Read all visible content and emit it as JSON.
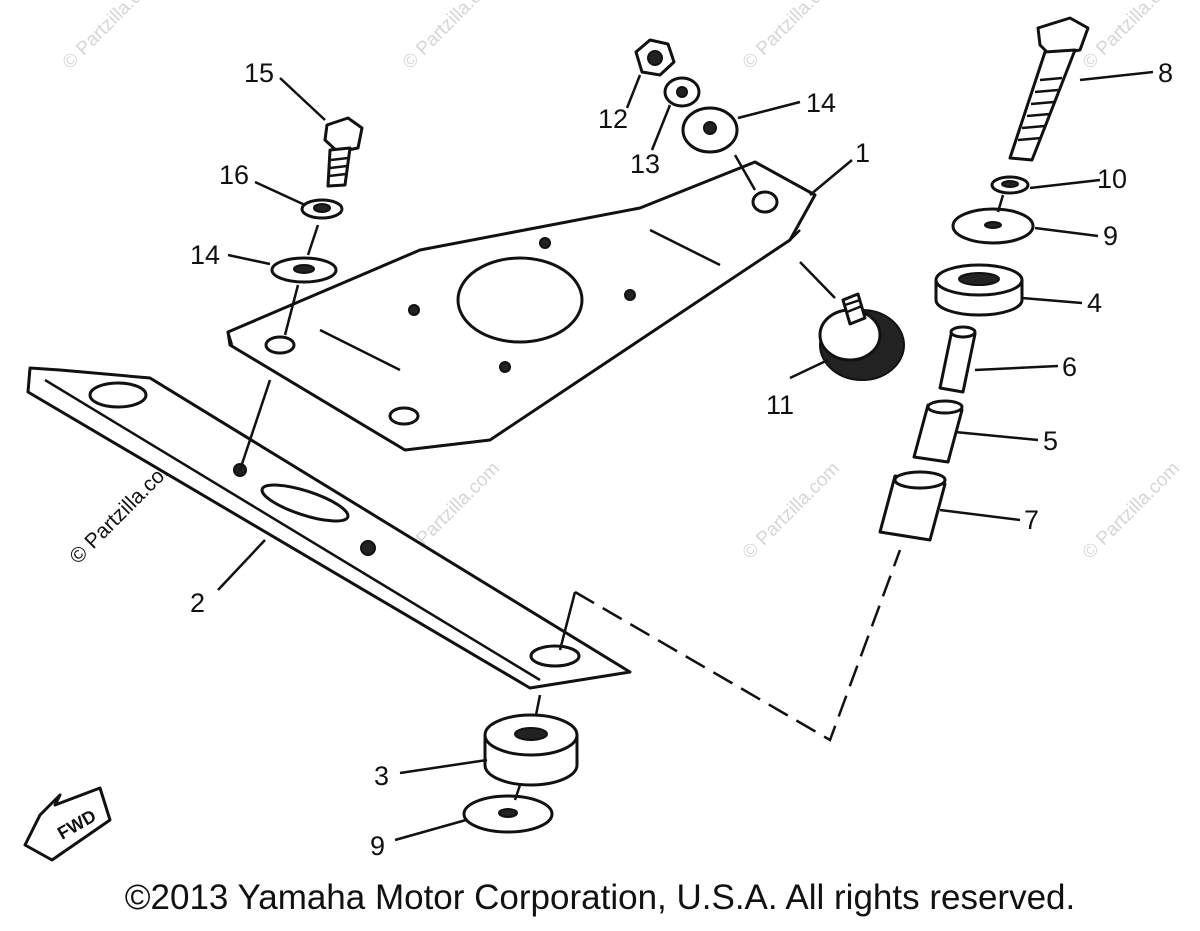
{
  "watermark": "© Partzilla.com",
  "callouts": {
    "c1": "1",
    "c2": "2",
    "c3": "3",
    "c4": "4",
    "c5": "5",
    "c6": "6",
    "c7": "7",
    "c8": "8",
    "c9a": "9",
    "c9b": "9",
    "c10": "10",
    "c11": "11",
    "c12": "12",
    "c13": "13",
    "c14a": "14",
    "c14b": "14",
    "c15": "15",
    "c16": "16"
  },
  "fwd_label": "FWD",
  "copyright": "©2013 Yamaha Motor Corporation, U.S.A. All rights reserved."
}
